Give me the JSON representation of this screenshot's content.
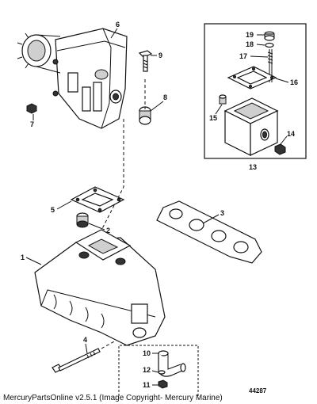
{
  "callouts": [
    "1",
    "2",
    "3",
    "4",
    "5",
    "6",
    "7",
    "8",
    "9",
    "10",
    "11",
    "12",
    "13",
    "14",
    "15",
    "16",
    "17",
    "18",
    "19"
  ],
  "figure_code": "44287",
  "footer": "MercuryPartsOnline v2.5.1 (Image Copyright- Mercury Marine)"
}
